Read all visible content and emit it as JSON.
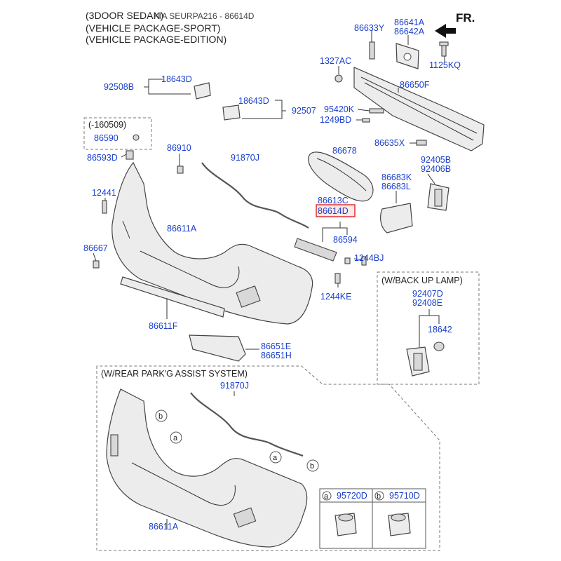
{
  "header": {
    "line1": "(3DOOR SEDAN)",
    "ref": "KIA SEURPA216 - 86614D",
    "line2": "(VEHICLE PACKAGE-SPORT)",
    "line3": "(VEHICLE PACKAGE-EDITION)"
  },
  "direction_label": "FR.",
  "part_numbers": {
    "p86633Y": "86633Y",
    "p86641A": "86641A",
    "p86642A": "86642A",
    "p1327AC": "1327AC",
    "p1125KQ": "1125KQ",
    "p92508B": "92508B",
    "p18643D_a": "18643D",
    "p18643D_b": "18643D",
    "p92507": "92507",
    "p86650F": "86650F",
    "p95420K": "95420K",
    "p1249BD": "1249BD",
    "p86635X": "86635X",
    "p160509": "(-160509)",
    "p86590": "86590",
    "p86593D": "86593D",
    "p86910": "86910",
    "p91870J_a": "91870J",
    "p86678": "86678",
    "p92405B": "92405B",
    "p92406B": "92406B",
    "p86683K": "86683K",
    "p86683L": "86683L",
    "p12441": "12441",
    "p86613C": "86613C",
    "p86614D": "86614D",
    "p86611A_a": "86611A",
    "p86594": "86594",
    "p86667": "86667",
    "p1244BJ": "1244BJ",
    "p1244KE": "1244KE",
    "p86611F": "86611F",
    "p86651E": "86651E",
    "p86651H": "86651H",
    "p92407D": "92407D",
    "p92408E": "92408E",
    "p18642": "18642",
    "p91870J_b": "91870J",
    "p86611A_b": "86611A",
    "p95720D": "95720D",
    "p95710D": "95710D"
  },
  "boxes": {
    "backup_lamp": "(W/BACK UP LAMP)",
    "park_assist": "(W/REAR PARK'G ASSIST SYSTEM)"
  },
  "markers": {
    "a": "a",
    "b": "b"
  },
  "highlight": {
    "part": "86614D",
    "color": "#e03030"
  }
}
